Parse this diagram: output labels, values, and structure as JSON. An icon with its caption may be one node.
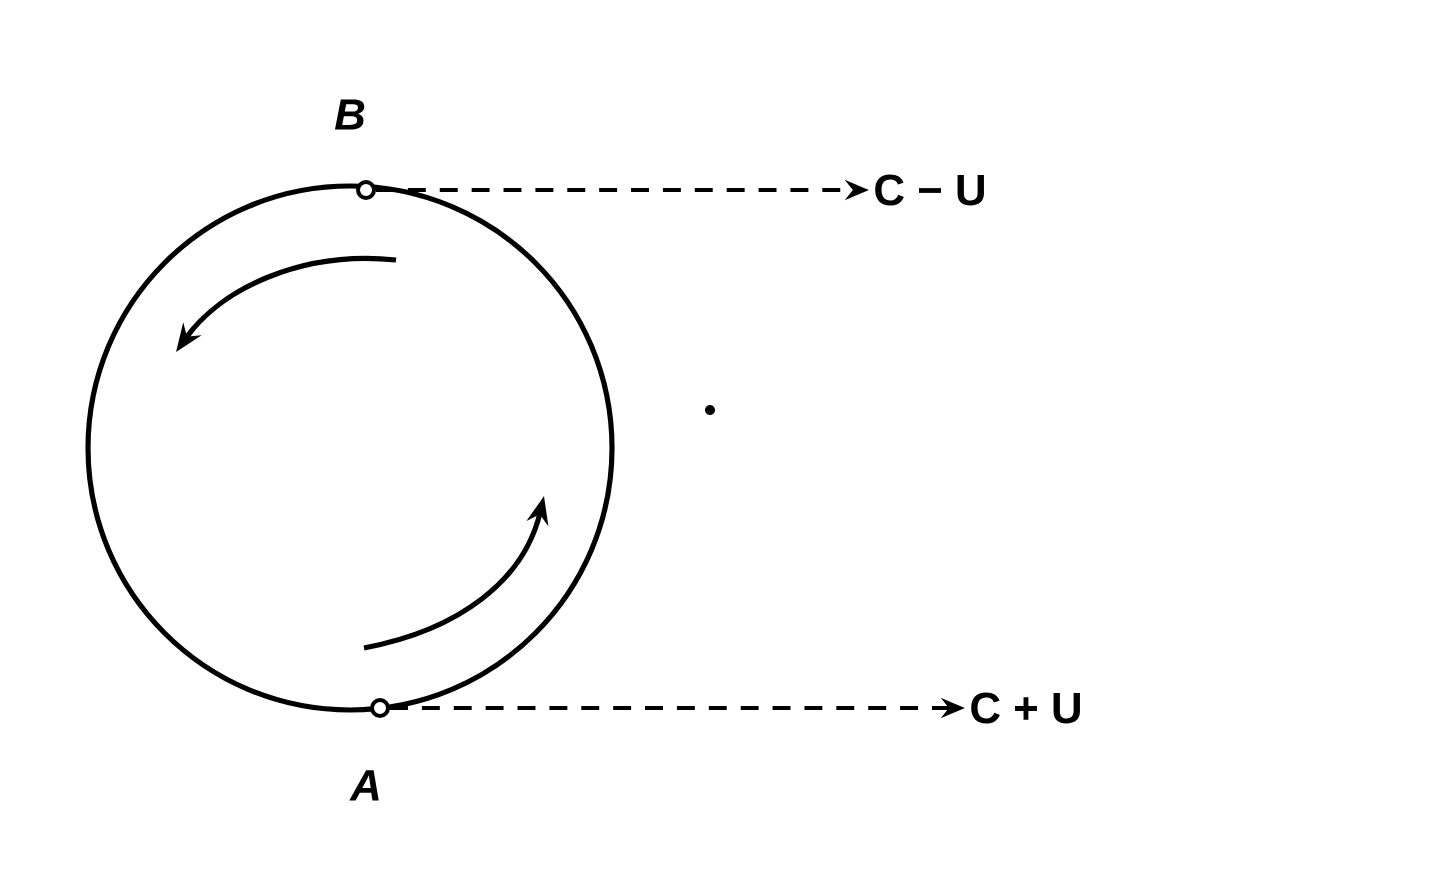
{
  "diagram": {
    "nodes": [
      {
        "text": [],
        "shape": "circle"
      },
      {
        "text": [],
        "shape": "circle",
        "beside": [
          "B"
        ]
      },
      {
        "text": [],
        "shape": "circle",
        "beside": [
          "A"
        ]
      },
      {
        "text": [
          "C − U"
        ]
      },
      {
        "text": [
          "C + U"
        ]
      }
    ],
    "edges": [
      {
        "from": 1,
        "to": 3,
        "arrow": "to",
        "style": "dashed"
      },
      {
        "from": 2,
        "to": 4,
        "arrow": "to",
        "style": "dashed"
      }
    ]
  }
}
